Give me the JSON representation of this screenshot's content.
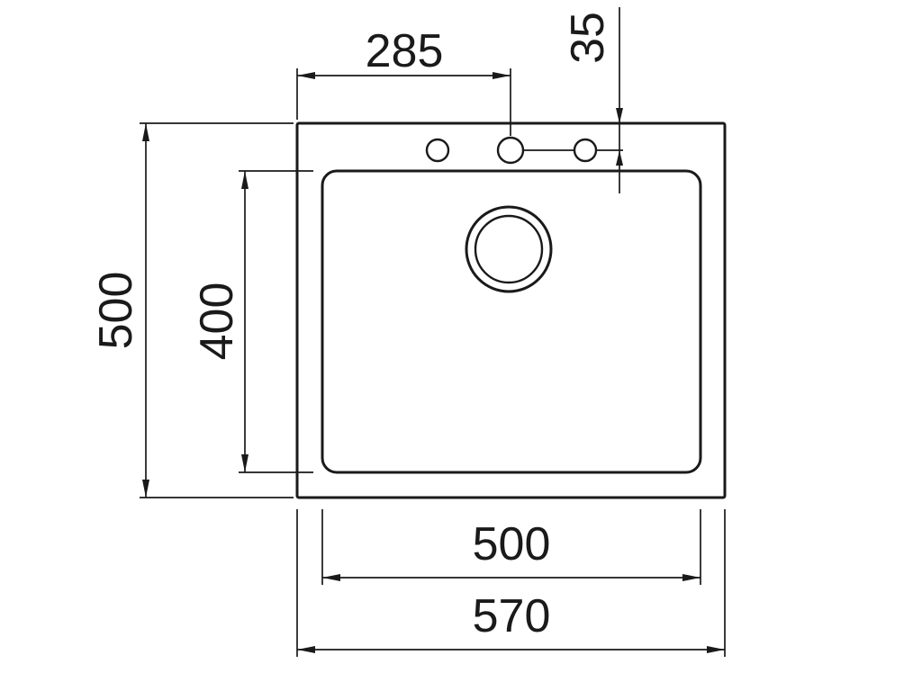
{
  "colors": {
    "line": "#1a1a1a",
    "background": "#ffffff"
  },
  "drawing": {
    "subject": "top-view sink technical drawing",
    "dimensions": {
      "overall_width": "570",
      "overall_height": "500",
      "bowl_width": "500",
      "bowl_height": "400",
      "tap_offset_x": "285",
      "tap_offset_y": "35"
    }
  }
}
